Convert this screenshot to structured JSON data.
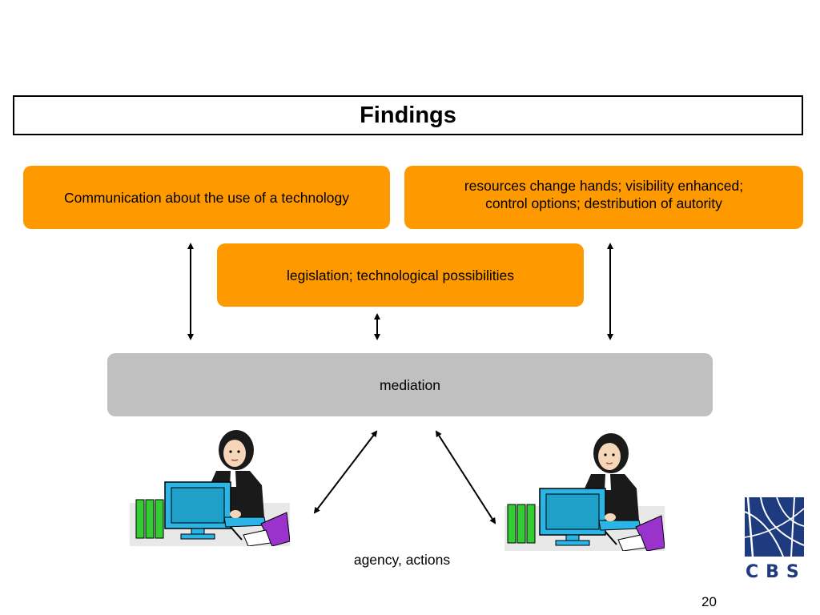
{
  "title": "Findings",
  "boxes": {
    "communication": "Communication about the use of a technology",
    "resources": "resources change hands; visibility enhanced;\ncontrol options; destribution of autority",
    "legislation": "legislation; technological possibilities",
    "mediation": "mediation"
  },
  "caption": "agency, actions",
  "logo_text": "CBS",
  "page_number": "20",
  "colors": {
    "orange_box": "#ff9900",
    "mediation_box": "#c0c0c0",
    "logo_blue": "#1f3b7f"
  },
  "icons": [
    "office-worker-at-computer-icon",
    "office-worker-at-computer-icon",
    "cbs-logo-icon"
  ]
}
